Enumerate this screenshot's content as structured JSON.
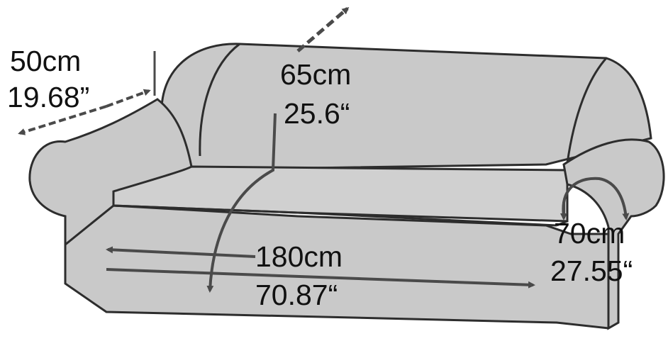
{
  "colors": {
    "sofa_fill": "#c9c9c9",
    "seat_fill": "#d0d0d0",
    "outline": "#2d2d2d",
    "arrow": "#4a4a4a",
    "text": "#111111"
  },
  "measurements": {
    "arm_depth": {
      "metric": "50cm",
      "imperial": "19.68”"
    },
    "back_height": {
      "metric": "65cm",
      "imperial": "25.6“"
    },
    "seat_width": {
      "metric": "180cm",
      "imperial": "70.87“"
    },
    "arm_wrap": {
      "metric": "70cm",
      "imperial": "27.55“"
    }
  }
}
